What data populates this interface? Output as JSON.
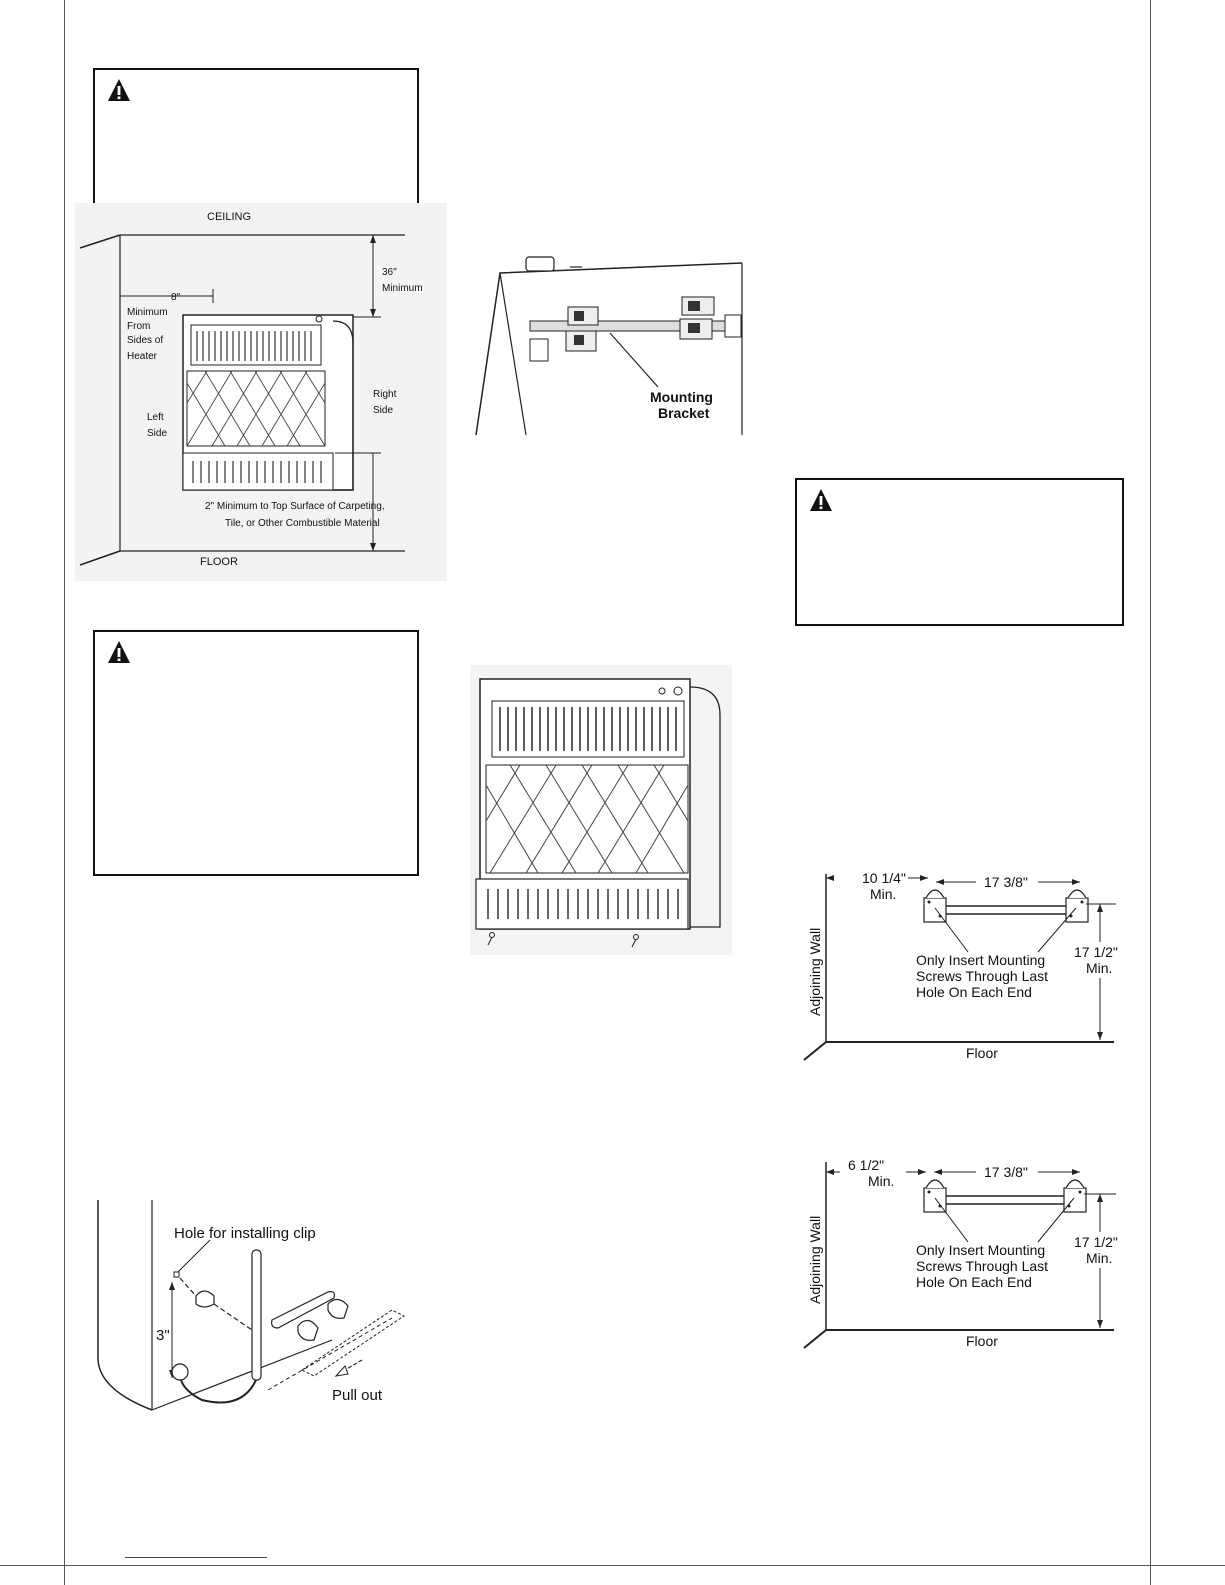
{
  "figure_clearances": {
    "ceiling": "CEILING",
    "floor": "FLOOR",
    "top_dim": "36\"",
    "top_dim_note": "Minimum",
    "side_dim": "8\"",
    "side_note": [
      "Minimum",
      "From",
      "Sides of",
      "Heater"
    ],
    "left_side": [
      "Left",
      "Side"
    ],
    "right_side": [
      "Right",
      "Side"
    ],
    "bottom_note": [
      "2\" Minimum to Top Surface of Carpeting,",
      "Tile, or Other Combustible Material"
    ]
  },
  "figure_bracket": {
    "callout": [
      "Mounting",
      "Bracket"
    ]
  },
  "figure_thermo": {
    "hole_label": "Hole for installing clip",
    "dim": "3\"",
    "pull_label": "Pull out"
  },
  "figure_wall_a": {
    "side_dim": [
      "10 1/4\"",
      "Min."
    ],
    "width_dim": "17 3/8\"",
    "height_dim": [
      "17 1/2\"",
      "Min."
    ],
    "note": [
      "Only Insert Mounting",
      "Screws Through Last",
      "Hole On Each End"
    ],
    "wall": "Adjoining Wall",
    "floor": "Floor"
  },
  "figure_wall_b": {
    "side_dim": [
      "6 1/2\"",
      "Min."
    ],
    "width_dim": "17 3/8\"",
    "height_dim": [
      "17 1/2\"",
      "Min."
    ],
    "note": [
      "Only Insert Mounting",
      "Screws Through Last",
      "Hole On Each End"
    ],
    "wall": "Adjoining Wall",
    "floor": "Floor"
  },
  "icons": [
    "warning-triangle-icon"
  ]
}
